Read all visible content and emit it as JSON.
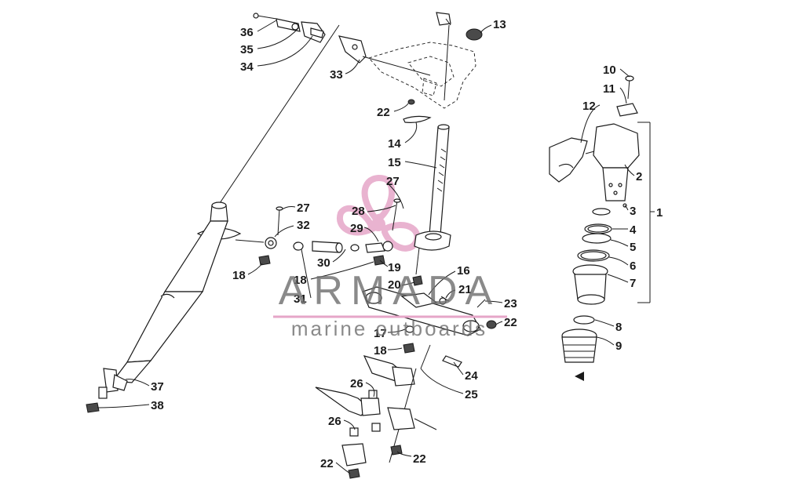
{
  "watermark": {
    "brand": "ARMADA",
    "tagline": "marine outboards",
    "logo_color": "#e6a6c8"
  },
  "callouts": [
    {
      "id": "c36",
      "label": "36"
    },
    {
      "id": "c35",
      "label": "35"
    },
    {
      "id": "c34",
      "label": "34"
    },
    {
      "id": "c33",
      "label": "33"
    },
    {
      "id": "c13",
      "label": "13"
    },
    {
      "id": "c22a",
      "label": "22"
    },
    {
      "id": "c14",
      "label": "14"
    },
    {
      "id": "c15",
      "label": "15"
    },
    {
      "id": "c27a",
      "label": "27"
    },
    {
      "id": "c28",
      "label": "28"
    },
    {
      "id": "c27b",
      "label": "27"
    },
    {
      "id": "c32",
      "label": "32"
    },
    {
      "id": "c29",
      "label": "29"
    },
    {
      "id": "c18a",
      "label": "18"
    },
    {
      "id": "c30",
      "label": "30"
    },
    {
      "id": "c19",
      "label": "19"
    },
    {
      "id": "c18b",
      "label": "18"
    },
    {
      "id": "c31",
      "label": "31"
    },
    {
      "id": "c16",
      "label": "16"
    },
    {
      "id": "c20",
      "label": "20"
    },
    {
      "id": "c21",
      "label": "21"
    },
    {
      "id": "c23",
      "label": "23"
    },
    {
      "id": "c22b",
      "label": "22"
    },
    {
      "id": "c17",
      "label": "17"
    },
    {
      "id": "c18c",
      "label": "18"
    },
    {
      "id": "c24",
      "label": "24"
    },
    {
      "id": "c25",
      "label": "25"
    },
    {
      "id": "c26a",
      "label": "26"
    },
    {
      "id": "c26b",
      "label": "26"
    },
    {
      "id": "c22c",
      "label": "22"
    },
    {
      "id": "c22d",
      "label": "22"
    },
    {
      "id": "c37",
      "label": "37"
    },
    {
      "id": "c38",
      "label": "38"
    },
    {
      "id": "c10",
      "label": "10"
    },
    {
      "id": "c11",
      "label": "11"
    },
    {
      "id": "c12",
      "label": "12"
    },
    {
      "id": "c2",
      "label": "2"
    },
    {
      "id": "c3",
      "label": "3"
    },
    {
      "id": "c1",
      "label": "1"
    },
    {
      "id": "c4",
      "label": "4"
    },
    {
      "id": "c5",
      "label": "5"
    },
    {
      "id": "c6",
      "label": "6"
    },
    {
      "id": "c7",
      "label": "7"
    },
    {
      "id": "c8",
      "label": "8"
    },
    {
      "id": "c9",
      "label": "9"
    }
  ]
}
